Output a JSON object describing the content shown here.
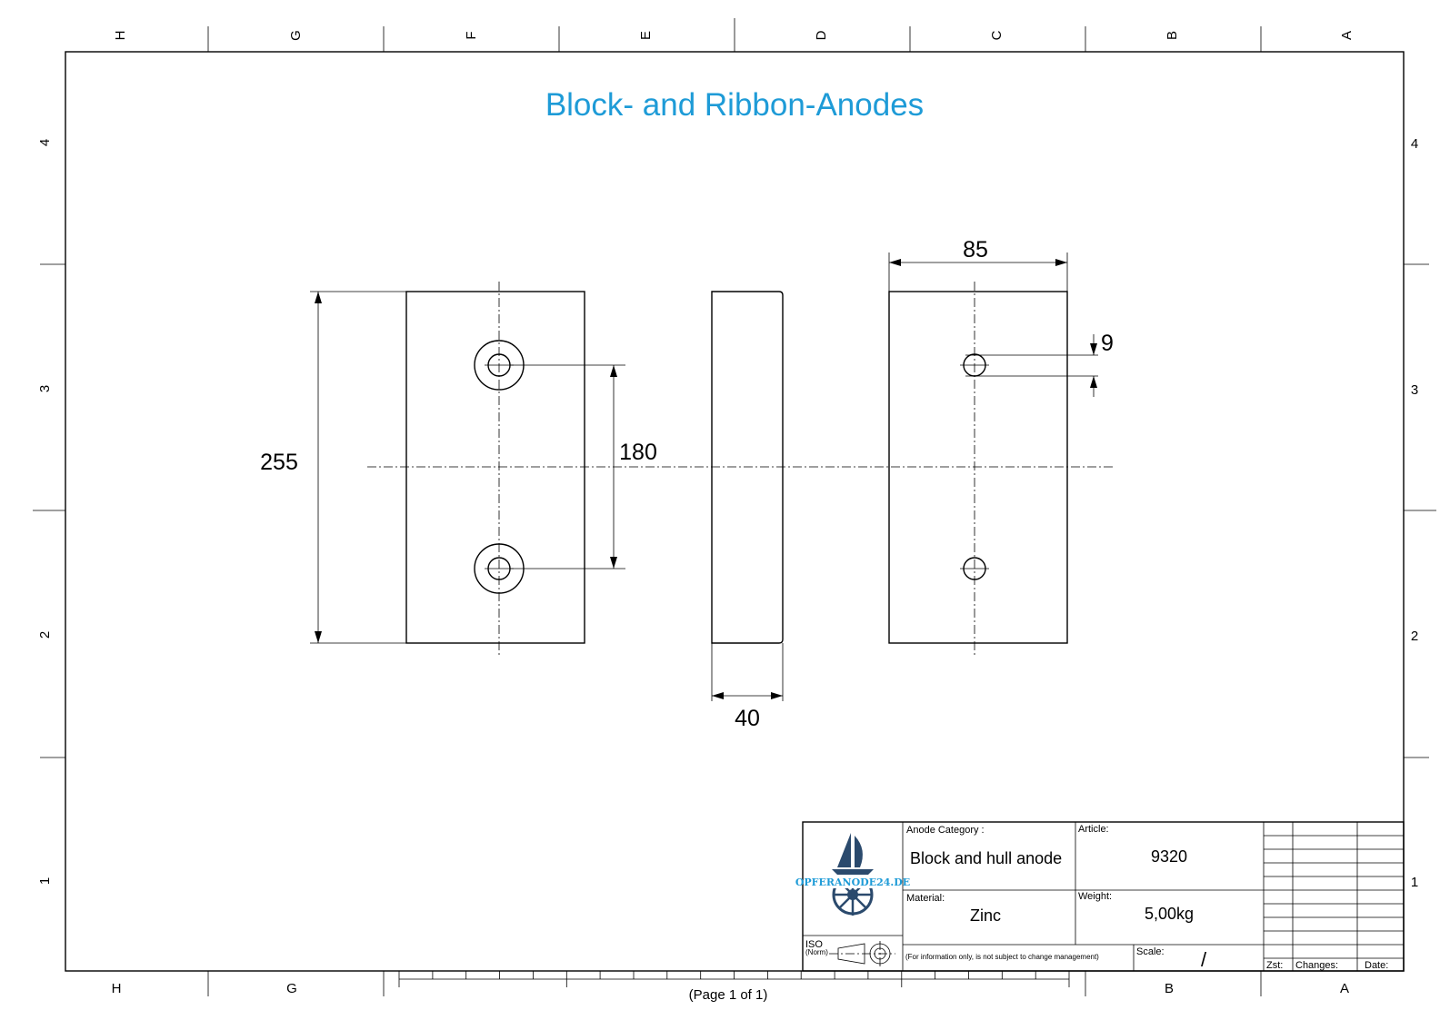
{
  "title": "Block- and Ribbon-Anodes",
  "zones": {
    "columns": [
      "H",
      "G",
      "F",
      "E",
      "D",
      "C",
      "B",
      "A"
    ],
    "rows": [
      "4",
      "3",
      "2",
      "1"
    ],
    "bottom_columns": [
      "H",
      "G",
      "B",
      "A"
    ]
  },
  "dimensions": {
    "height": "255",
    "hole_spacing": "180",
    "thickness": "40",
    "width": "85",
    "hole_offset": "9"
  },
  "title_block": {
    "category_label": "Anode Category :",
    "category_value": "Block and hull anode",
    "article_label": "Article:",
    "article_value": "9320",
    "material_label": "Material:",
    "material_value": "Zinc",
    "weight_label": "Weight:",
    "weight_value": "5,00kg",
    "scale_label": "Scale:",
    "scale_value": "/",
    "iso_label": "ISO",
    "norm_label": "(Norm)",
    "disclaimer": "(For information only, is not subject to change management)",
    "logo_text": "OPFERANODE24.DE",
    "rev_zst": "Zst:",
    "rev_changes": "Changes:",
    "rev_date": "Date:"
  },
  "page_label": "(Page 1 of 1)",
  "colors": {
    "title": "#1e9bd7",
    "logo": "#2b4a6d"
  }
}
